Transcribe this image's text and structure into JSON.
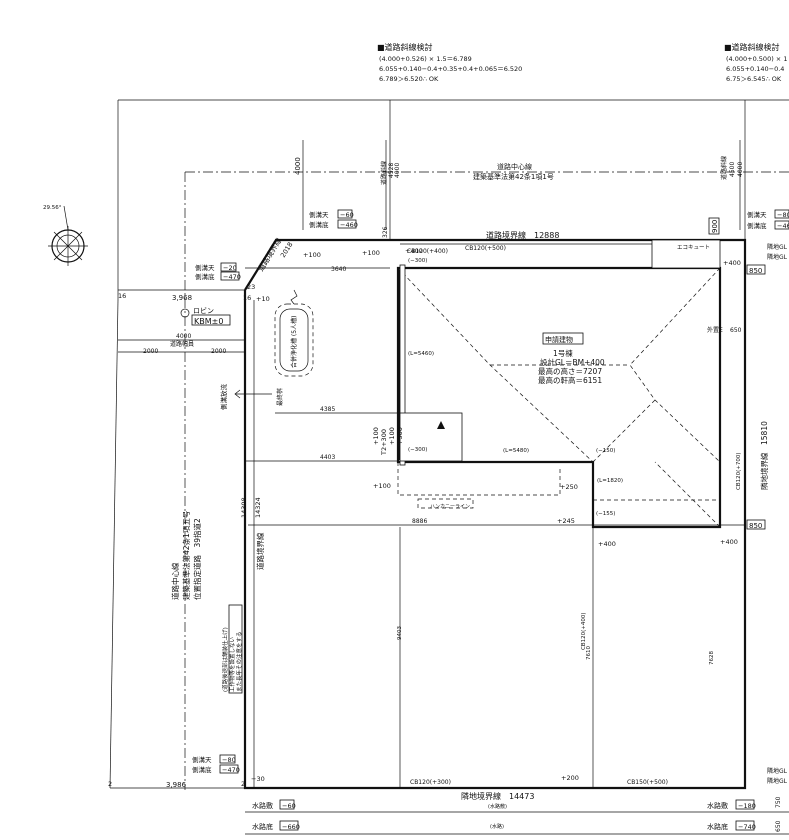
{
  "slope_check_1": {
    "title": "■道路斜線検討",
    "line1": "(4.000+0.526) × 1.5＝6.789",
    "line2": "6.055+0.140−0.4+0.35+0.4+0.065＝6.520",
    "line3": "6.789＞6.520∴ OK"
  },
  "slope_check_2": {
    "title": "■道路斜線検討",
    "line1": "(4.000+0.500) × 1",
    "line2": "6.055+0.140−0.4",
    "line3": "6.75＞6.545∴ OK"
  },
  "road_center": {
    "label": "道路中心線",
    "law": "建築基準法第42条1項1号"
  },
  "road_boundary_top": "道路境界線　12888",
  "road_boundary_diag": "道路境界線",
  "road_boundary_diag_len": "2018",
  "road_boundary_left": "道路境界線",
  "neighbor_boundary_bottom": "隣地境界線　14473",
  "neighbor_boundary_right": "隣地境界線　15810",
  "road_slope_label": "道路斜線",
  "road_slope_val1": "4000",
  "road_slope_val2": "4528",
  "road_slope_right": "道路斜線",
  "road_slope_right_val": "4500",
  "dims": {
    "d4000_top": "4000",
    "d326": "326",
    "d900": "900",
    "d3640": "3640",
    "d4000_mid": "4000",
    "road_width": "道路幅員",
    "d2000a": "2000",
    "d2000b": "2000",
    "d4385": "4385",
    "d4403": "4403",
    "d14308": "14308",
    "d14324": "14324",
    "d8886": "8886",
    "d9403": "9403",
    "d7610": "7610",
    "d7628": "7628",
    "d3968": "3,968",
    "d3986": "3,986",
    "d16a": "16",
    "d16b": "16",
    "d23": "23",
    "d2a": "2",
    "d2b": "2",
    "d850a": "850",
    "d850b": "850",
    "d750": "750",
    "d650": "650"
  },
  "levels": {
    "p100a": "+100",
    "p100b": "+100",
    "p400a": "+400",
    "p400b": "+400",
    "p400c": "+400",
    "p400d": "+400",
    "p10": "+10",
    "p245": "+245",
    "p250": "+250",
    "p200": "+200",
    "p100c": "+100",
    "m30": "−30",
    "m300": "(−300)",
    "m300b": "(−300)",
    "m150": "(−150)",
    "m155": "(−155)",
    "t2p300": "T2+300",
    "p100d": "+100",
    "p500": "+500"
  },
  "gutter_top_left": {
    "top_label": "側溝天",
    "top_val": "−20",
    "bottom_label": "側溝底",
    "bottom_val": "−470"
  },
  "gutter_top_mid": {
    "top_label": "側溝天",
    "top_val": "−60",
    "bottom_label": "側溝底",
    "bottom_val": "−460"
  },
  "gutter_top_right": {
    "top_label": "側溝天",
    "top_val": "−80",
    "bottom_label": "側溝底",
    "bottom_val": "−460"
  },
  "gutter_bottom_left": {
    "top_label": "側溝天",
    "top_val": "−80",
    "bottom_label": "側溝底",
    "bottom_val": "−470"
  },
  "water_left": {
    "top_label": "水路敷",
    "top_val": "−60",
    "bottom_label": "水路底",
    "bottom_val": "−660"
  },
  "water_right": {
    "top_label": "水路敷",
    "top_val": "−180",
    "bottom_label": "水路底",
    "bottom_val": "−740"
  },
  "water_center": "(水路敷)",
  "water_center2": "(水路)",
  "neighbor_gl_1": "隣地GL",
  "neighbor_gl_2": "隣地GL",
  "neighbor_gl_3": "隣地GL",
  "neighbor_gl_4": "隣地GL",
  "kbm": {
    "line1": "ロビン",
    "line2": "KBM±0"
  },
  "septic": "合併浄化槽 (5人槽)",
  "overflow": "最終桝",
  "drain_dir": "側溝放流",
  "cb": {
    "cb_top1": "CB120(+400)",
    "cb_top2": "CB120(+500)",
    "cb_right": "CB120(+700)",
    "cb_mid": "CB120(+400)",
    "cb_bottom1": "CB120(+300)",
    "cb_bottom2": "CB150(+500)"
  },
  "ecocute": "エコキュート",
  "outdoor_unit": "外置E",
  "outdoor_unit_val": "650",
  "building": {
    "tag": "申請建物",
    "name": "1号棟",
    "gl": "設計GL＝BM+400",
    "height": "最高の高さ＝7207",
    "eave": "最高の軒高＝6151"
  },
  "l_values": {
    "l1": "(L=5460)",
    "l2": "(L=5480)",
    "l3": "(L=1820)"
  },
  "hanrine": "ハンカニーライン",
  "left_road": {
    "line1": "道路中心線",
    "line2": "建築基準法第42条1項五号",
    "line3": "位置指定道路　39指道2"
  },
  "note_box": {
    "line1": "(道路後退部は舗装仕上げ)",
    "line2": "工作物等を設置しない",
    "line3": "また長年その注意をする"
  },
  "compass_angle": "29.56°"
}
